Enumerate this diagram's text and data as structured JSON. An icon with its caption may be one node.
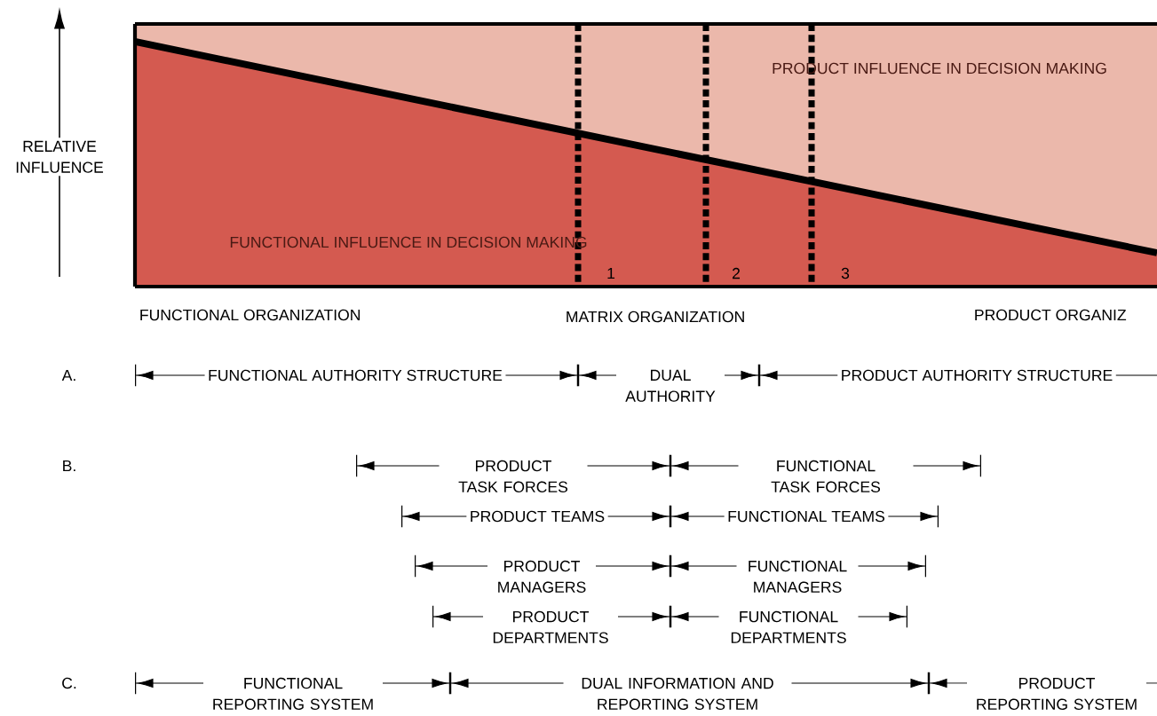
{
  "diagram": {
    "labels": [
      "RELATIVE INFLUENCE",
      "PRODUCT INFLUENCE IN DECISION MAKING",
      "FUNCTIONAL INFLUENCE IN DECISION MAKING",
      "1",
      "2",
      "3",
      "FUNCTIONAL ORGANIZATION",
      "MATRIX ORGANIZATION",
      "PRODUCT ORGANIZ",
      "A.",
      "FUNCTIONAL AUTHORITY STRUCTURE",
      "DUAL AUTHORITY",
      "PRODUCT AUTHORITY STRUCTURE",
      "B.",
      "PRODUCT TASK FORCES",
      "FUNCTIONAL TASK FORCES",
      "PRODUCT TEAMS",
      "FUNCTIONAL TEAMS",
      "PRODUCT MANAGERS",
      "FUNCTIONAL MANAGERS",
      "PRODUCT DEPARTMENTS",
      "FUNCTIONAL DEPARTMENTS",
      "C.",
      "FUNCTIONAL REPORTING SYSTEM",
      "DUAL INFORMATION AND REPORTING SYSTEM",
      "PRODUCT REPORTING SYSTEM"
    ]
  }
}
